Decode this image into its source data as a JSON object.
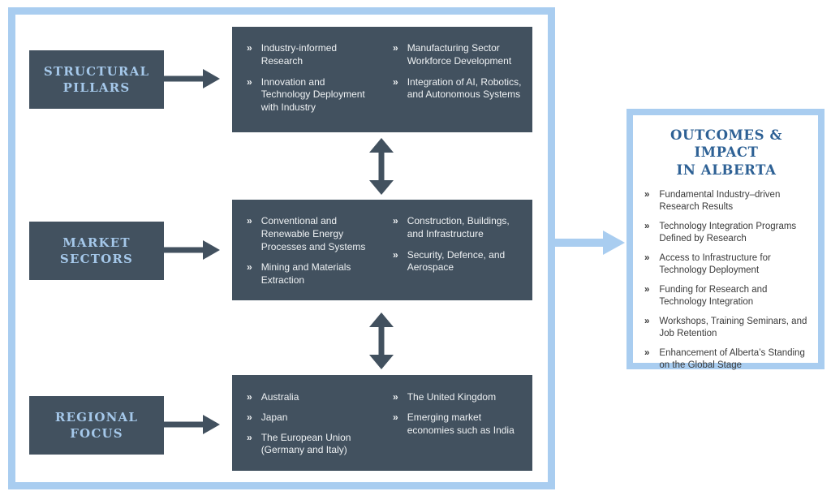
{
  "glyphs": {
    "bullet": "»"
  },
  "colors": {
    "dark_slate": "#42515f",
    "light_blue": "#a9cdf0",
    "label_text": "#a5c8ea",
    "outcomes_title_blue": "#2e6195",
    "box_body_text": "#eef1f3",
    "outcomes_body_text": "#3a3a3a"
  },
  "rows": [
    {
      "label": {
        "line1": "STRUCTURAL",
        "line2": "PILLARS"
      },
      "col1": {
        "items": [
          "Industry-informed Research",
          "Innovation and Technology Deployment with Industry"
        ]
      },
      "col2": {
        "items": [
          "Manufacturing Sector Workforce Development",
          "Integration of AI, Robotics, and Autonomous Systems"
        ]
      }
    },
    {
      "label": {
        "line1": "MARKET",
        "line2": "SECTORS"
      },
      "col1": {
        "items": [
          "Conventional and Renewable Energy Processes and Systems",
          "Mining and Materials Extraction"
        ]
      },
      "col2": {
        "items": [
          "Construction, Buildings, and Infrastructure",
          "Security, Defence, and Aerospace"
        ]
      }
    },
    {
      "label": {
        "line1": "REGIONAL",
        "line2": "FOCUS"
      },
      "col1": {
        "items": [
          "Australia",
          "Japan",
          "The European Union (Germany and Italy)"
        ]
      },
      "col2": {
        "items": [
          "The United Kingdom",
          "Emerging market economies such as India"
        ]
      }
    }
  ],
  "outcomes": {
    "title_line1": "OUTCOMES & IMPACT",
    "title_line2": "IN ALBERTA",
    "items": [
      "Fundamental Industry–driven Research Results",
      "Technology Integration Programs Defined by Research",
      "Access to Infrastructure for Technology Deployment",
      "Funding for Research and Technology Integration",
      "Workshops, Training Seminars, and Job Retention",
      "Enhancement of Alberta’s Standing on the Global Stage"
    ]
  }
}
